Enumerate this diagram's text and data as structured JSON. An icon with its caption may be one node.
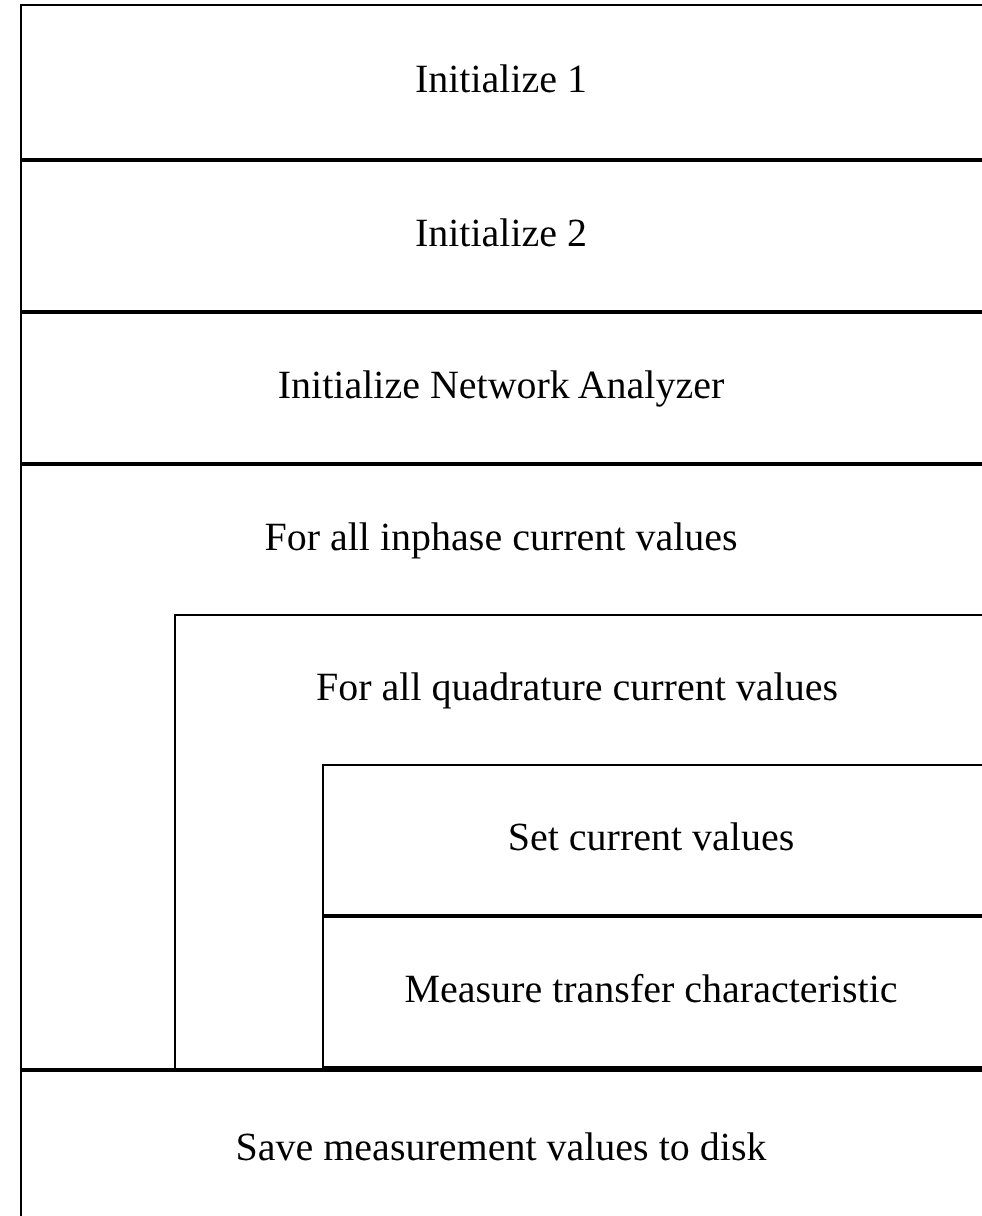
{
  "diagram": {
    "nodes": [
      {
        "text": [
          "Initialize 1"
        ]
      },
      {
        "text": [
          "Initialize 2"
        ]
      },
      {
        "text": [
          "Initialize Network Analyzer"
        ]
      },
      {
        "text": [
          "For all inphase current values"
        ]
      },
      {
        "text": [
          "For all quadrature current values"
        ],
        "in": 3
      },
      {
        "text": [
          "Set current values"
        ],
        "in": 4
      },
      {
        "text": [
          "Measure transfer characteristic"
        ],
        "in": 4
      },
      {
        "text": [
          "Save measurement values to disk"
        ]
      }
    ]
  }
}
